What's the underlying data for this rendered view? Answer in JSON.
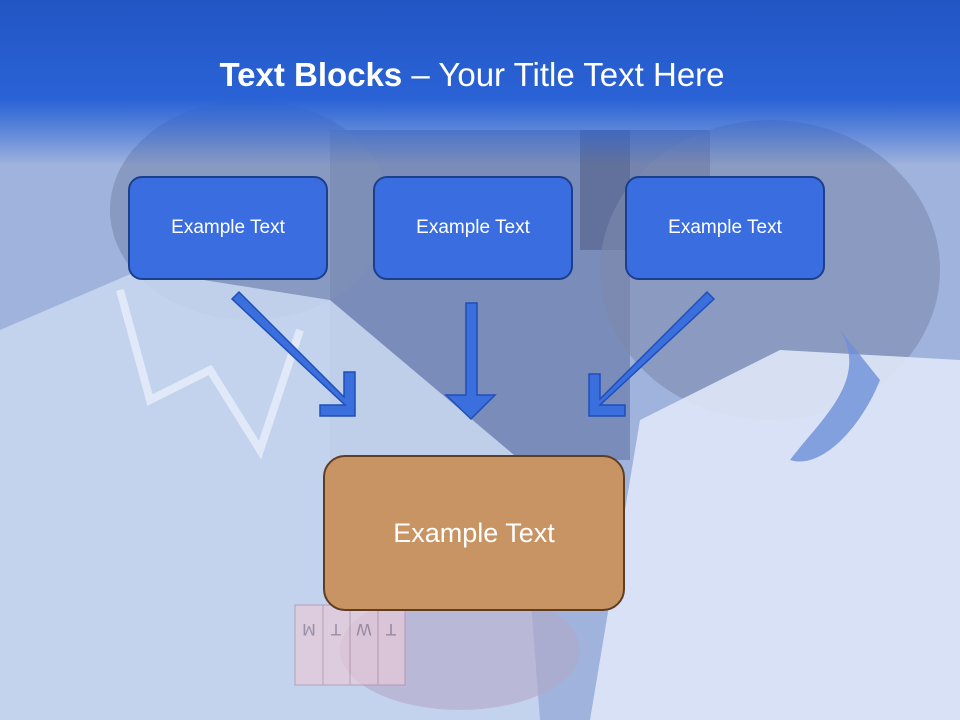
{
  "slide": {
    "title_bold": "Text Blocks",
    "title_dash": " – ",
    "title_rest": "Your Title Text Here"
  },
  "blocks": [
    {
      "label": "Example Text"
    },
    {
      "label": "Example Text"
    },
    {
      "label": "Example Text"
    }
  ],
  "target": {
    "label": "Example Text"
  },
  "colors": {
    "header": "#2a63d6",
    "block_fill": "#3a6ee0",
    "block_border": "#1c3f8c",
    "target_fill": "#c99463",
    "arrow_fill": "#3b6fde"
  },
  "background": {
    "pill_box_letters": [
      "M",
      "T",
      "W",
      "T"
    ]
  }
}
